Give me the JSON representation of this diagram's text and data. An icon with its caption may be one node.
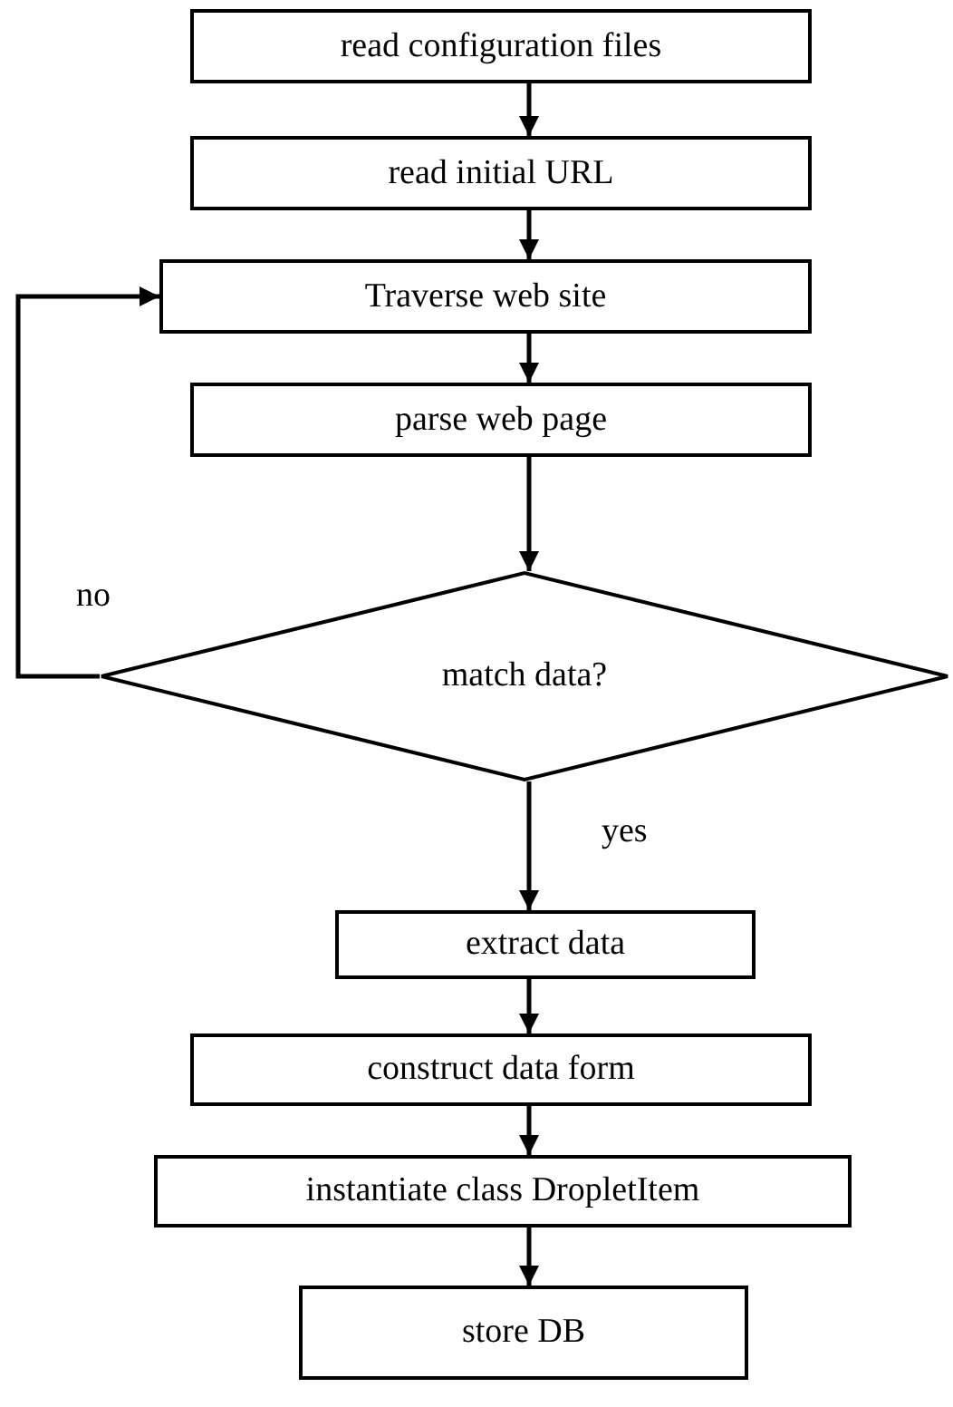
{
  "diagram": {
    "nodes": [
      {
        "text": [
          "read configuration files"
        ]
      },
      {
        "text": [
          "read initial URL"
        ]
      },
      {
        "text": [
          "Traverse web site"
        ]
      },
      {
        "text": [
          "parse web page"
        ]
      },
      {
        "text": [
          "match data?"
        ]
      },
      {
        "text": [
          "extract data"
        ]
      },
      {
        "text": [
          "construct data form"
        ]
      },
      {
        "text": [
          "instantiate class DropletItem"
        ]
      },
      {
        "text": [
          "store DB"
        ]
      }
    ],
    "edges": [
      {
        "from": 0,
        "to": 1,
        "arrow": "to"
      },
      {
        "from": 1,
        "to": 2,
        "arrow": "to"
      },
      {
        "from": 2,
        "to": 3,
        "arrow": "to"
      },
      {
        "from": 3,
        "to": 4,
        "arrow": "to"
      },
      {
        "from": 4,
        "to": 2,
        "arrow": "to",
        "label": "no"
      },
      {
        "from": 4,
        "to": 5,
        "arrow": "to",
        "label": "yes"
      },
      {
        "from": 5,
        "to": 6,
        "arrow": "to"
      },
      {
        "from": 6,
        "to": 7,
        "arrow": "to"
      },
      {
        "from": 7,
        "to": 8,
        "arrow": "to"
      }
    ]
  }
}
